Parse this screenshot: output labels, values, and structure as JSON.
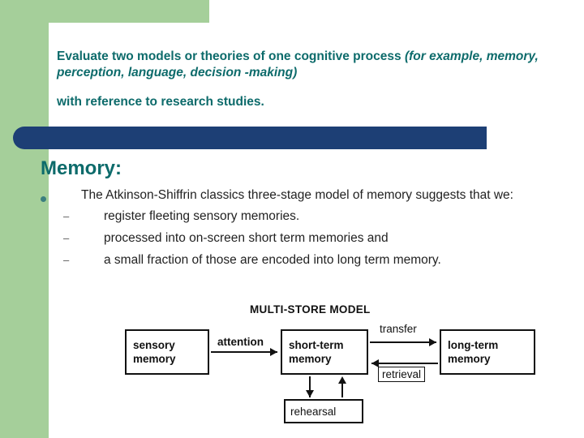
{
  "slide": {
    "title": {
      "line1_normal": "Evaluate two models or theories of one cognitive process ",
      "line1_italic": "(for example, memory, perception, language, decision -making)",
      "line2": "with reference to research studies."
    },
    "heading": "Memory:",
    "bullet": {
      "main": "The Atkinson-Shiffrin classics three-stage model of memory suggests that we:",
      "dash": "–",
      "sub_items": [
        "register fleeting sensory memories.",
        "processed into on-screen short term memories and",
        "a small fraction of those are encoded into long term memory."
      ]
    },
    "diagram": {
      "title": "MULTI-STORE MODEL",
      "boxes": {
        "sensory_l1": "sensory",
        "sensory_l2": "memory",
        "stm_l1": "short-term",
        "stm_l2": "memory",
        "ltm_l1": "long-term",
        "ltm_l2": "memory",
        "rehearsal": "rehearsal"
      },
      "labels": {
        "attention": "attention",
        "transfer": "transfer",
        "retrieval": "retrieval"
      }
    },
    "colors": {
      "band_green": "#a5cf9a",
      "teal_text": "#0d6b6b",
      "bar_blue": "#1d3f75",
      "body_text": "#222222"
    }
  }
}
